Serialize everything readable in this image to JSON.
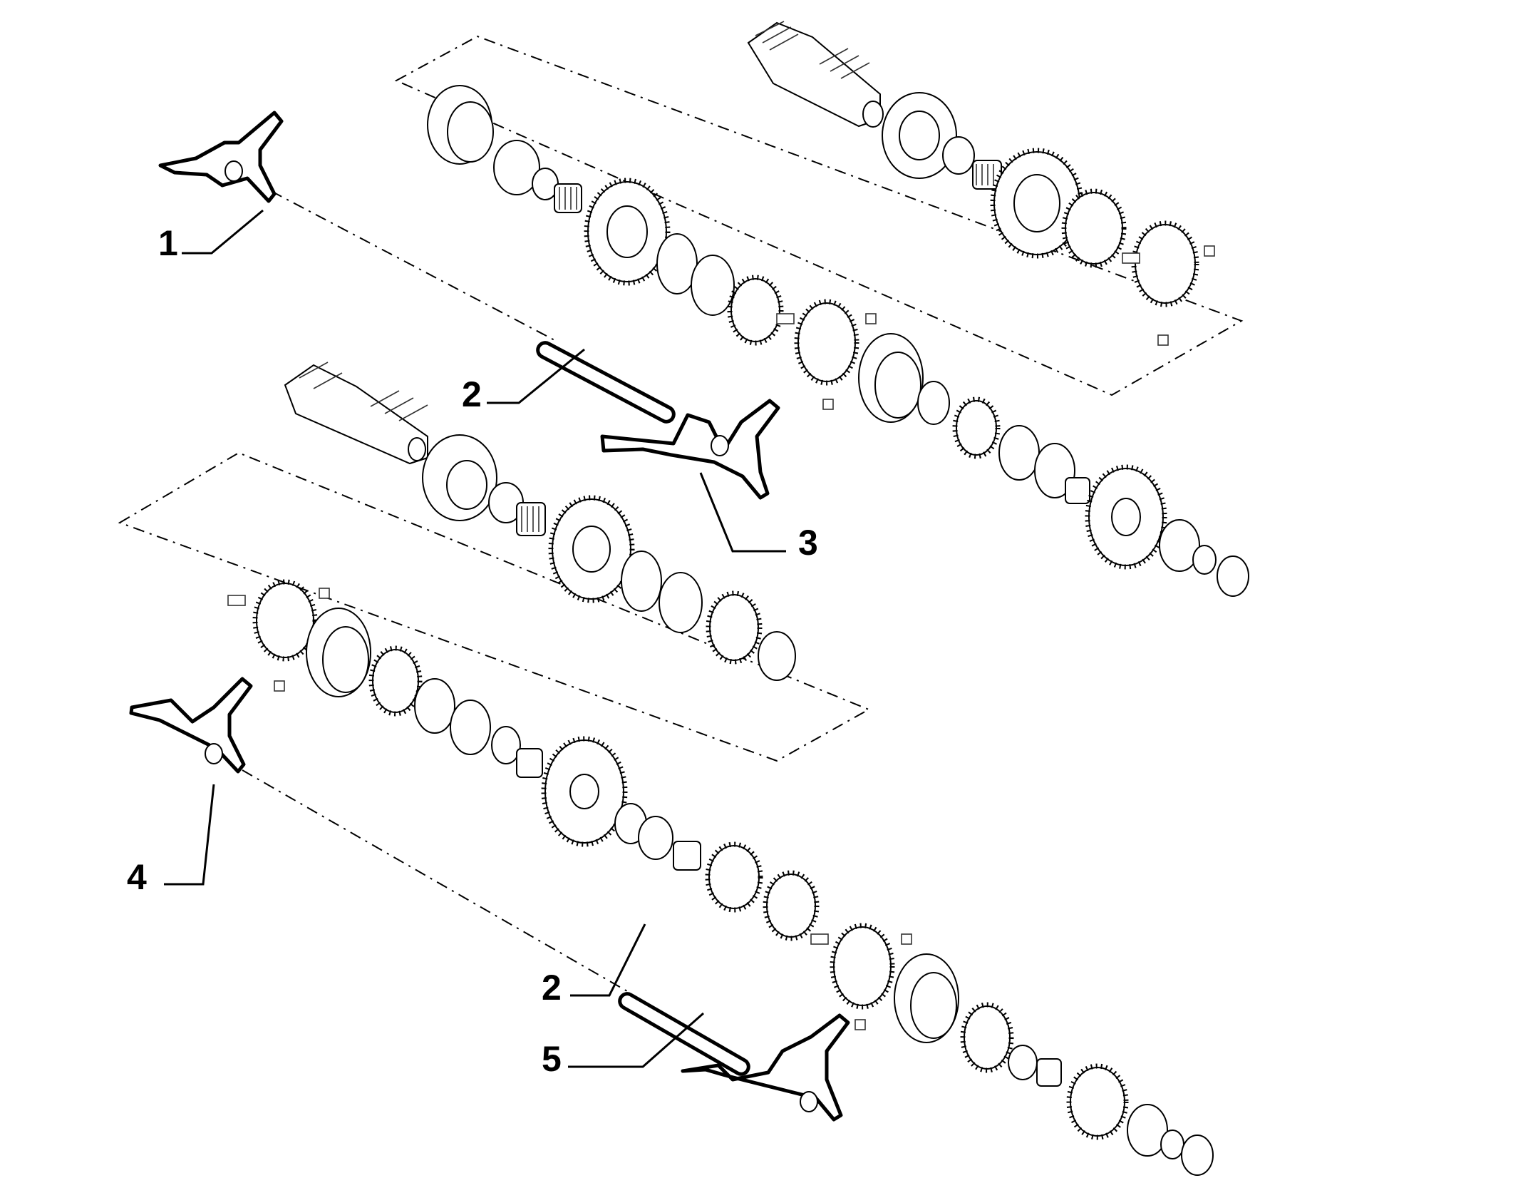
{
  "callouts": [
    {
      "id": "1",
      "label": "1"
    },
    {
      "id": "2a",
      "label": "2"
    },
    {
      "id": "3",
      "label": "3"
    },
    {
      "id": "4",
      "label": "4"
    },
    {
      "id": "2b",
      "label": "2"
    },
    {
      "id": "5",
      "label": "5"
    }
  ],
  "colors": {
    "line": "#000000",
    "background": "#ffffff"
  }
}
